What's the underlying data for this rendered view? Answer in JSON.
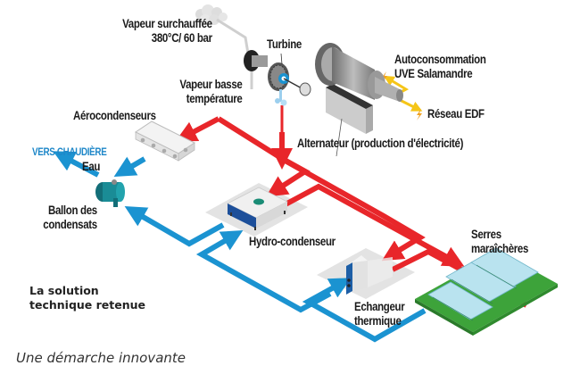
{
  "diagram": {
    "title": "La solution technique retenue",
    "title_lines": [
      "La solution",
      "technique retenue"
    ],
    "caption": "Une démarche innovante",
    "colors": {
      "hot_pipe": "#e8262a",
      "cold_pipe": "#1b93d1",
      "electric": "#f5c518",
      "teal_tank": "#1a8c96",
      "greenhouse_ground": "#3da33a"
    },
    "labels": {
      "steam_superheated": [
        "Vapeur surchauffée",
        "380°C/ 60 bar"
      ],
      "turbine": "Turbine",
      "steam_low_temp": [
        "Vapeur basse",
        "température"
      ],
      "self_consumption": [
        "Autoconsommation",
        "UVE Salamandre"
      ],
      "grid": "Réseau EDF",
      "alternator": "Alternateur (production d'électricité)",
      "air_condensers": "Aérocondenseurs",
      "to_boiler": "VERS CHAUDIÈRE",
      "water": "Eau",
      "condensate_tank": [
        "Ballon des",
        "condensats"
      ],
      "hydro_condenser": "Hydro-condenseur",
      "heat_exchanger": [
        "Echangeur",
        "thermique"
      ],
      "greenhouses": [
        "Serres",
        "maraîchères"
      ]
    },
    "components": [
      {
        "id": "steam-inlet",
        "icon": "steam-cloud-icon"
      },
      {
        "id": "turbine",
        "icon": "turbine-icon"
      },
      {
        "id": "alternator",
        "icon": "alternator-icon"
      },
      {
        "id": "air-condensers",
        "icon": "air-condenser-icon"
      },
      {
        "id": "condensate-tank",
        "icon": "tank-icon"
      },
      {
        "id": "hydro-condenser",
        "icon": "hydro-condenser-icon"
      },
      {
        "id": "heat-exchanger",
        "icon": "heat-exchanger-icon"
      },
      {
        "id": "greenhouses",
        "icon": "greenhouse-icon"
      }
    ]
  }
}
